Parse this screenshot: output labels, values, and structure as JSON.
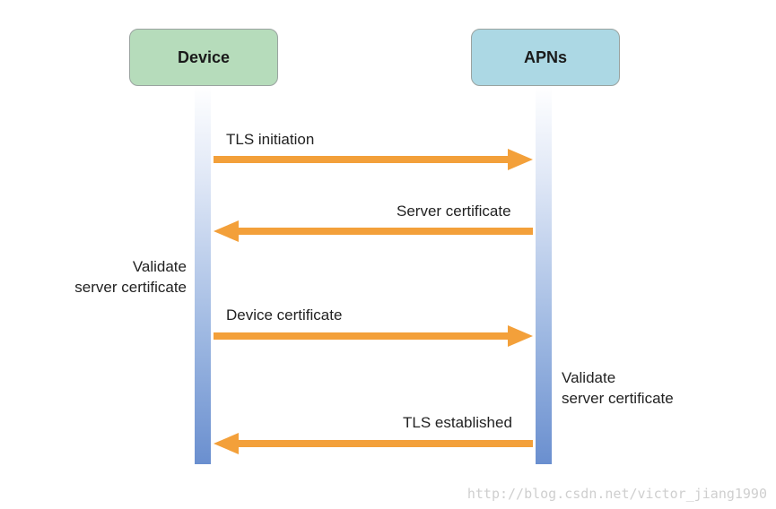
{
  "actors": {
    "device": {
      "label": "Device",
      "color": "#b6dcbb"
    },
    "apns": {
      "label": "APNs",
      "color": "#acd8e4"
    }
  },
  "messages": [
    {
      "label": "TLS initiation",
      "direction": "right"
    },
    {
      "label": "Server certificate",
      "direction": "left"
    },
    {
      "label": "Device certificate",
      "direction": "right"
    },
    {
      "label": "TLS established",
      "direction": "left"
    }
  ],
  "notes": {
    "device_validate": {
      "line1": "Validate",
      "line2": "server certificate"
    },
    "apns_validate": {
      "line1": "Validate",
      "line2": "server certificate"
    }
  },
  "arrow_color": "#f3a03a",
  "watermark": "http://blog.csdn.net/victor_jiang1990"
}
